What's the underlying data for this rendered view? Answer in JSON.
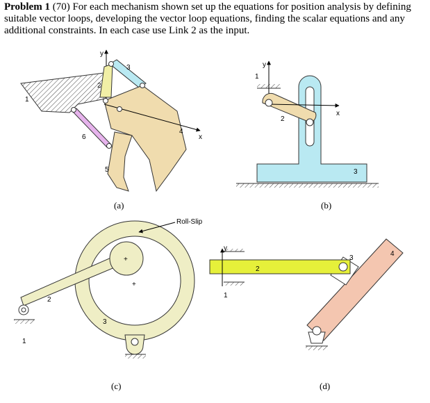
{
  "problem": {
    "heading": "Problem 1",
    "points": "(70)",
    "text": "For each mechanism shown set up the equations for position analysis by defining suitable vector loops, developing the vector loop equations, finding the scalar equations and any additional constraints.  In each case use Link 2 as the input."
  },
  "figures": {
    "a": {
      "caption": "(a)",
      "y_axis": "y",
      "x_axis": "x",
      "links": [
        "1",
        "2",
        "3",
        "4",
        "5",
        "6"
      ]
    },
    "b": {
      "caption": "(b)",
      "y_axis": "y",
      "x_axis": "x",
      "links": [
        "1",
        "2",
        "3"
      ]
    },
    "c": {
      "caption": "(c)",
      "callout": "Roll-Slip",
      "links": [
        "1",
        "2",
        "3"
      ]
    },
    "d": {
      "caption": "(d)",
      "y_axis": "y",
      "links": [
        "1",
        "2",
        "3",
        "4"
      ]
    }
  },
  "colors": {
    "link_yellow": "#f1efa6",
    "link_cyan": "#b9e9f2",
    "link_tan": "#f0dcae",
    "link_pink": "#e6b3ec",
    "ring": "#efeec5",
    "bar_lime": "#e6f03a",
    "block_salmon": "#f4c6b0"
  }
}
